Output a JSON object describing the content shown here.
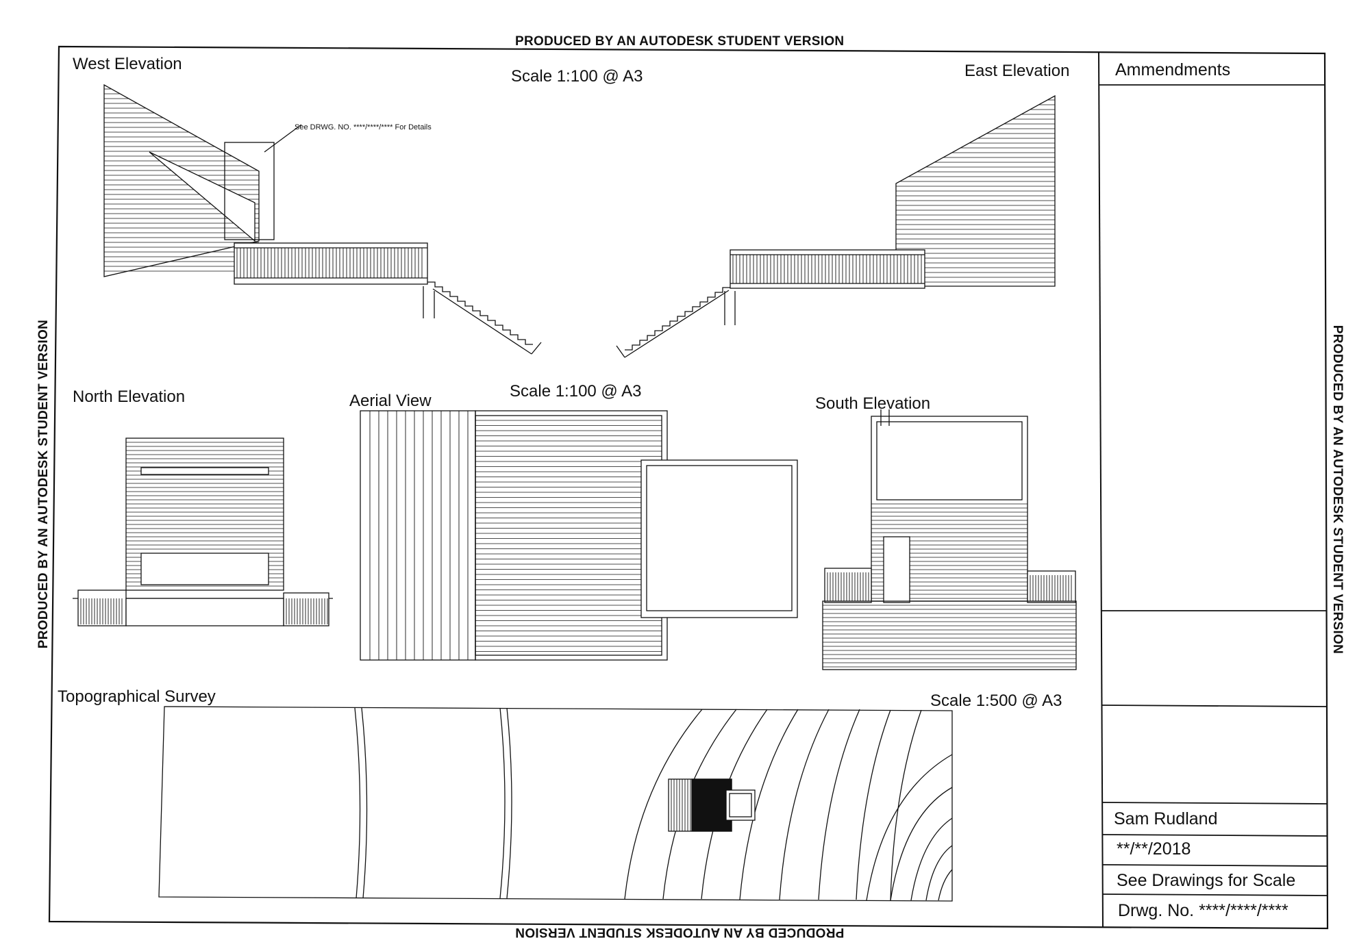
{
  "watermark": "PRODUCED BY AN AUTODESK STUDENT VERSION",
  "views": {
    "west": {
      "title": "West Elevation",
      "note": "See DRWG. NO. ****/****/**** For Details"
    },
    "east": {
      "title": "East Elevation"
    },
    "north": {
      "title": "North Elevation"
    },
    "aerial": {
      "title": "Aerial View"
    },
    "south": {
      "title": "South Elevation"
    },
    "topo": {
      "title": "Topographical Survey"
    }
  },
  "scales": {
    "upper": "Scale 1:100 @ A3",
    "middle": "Scale 1:100 @ A3",
    "topo": "Scale 1:500 @ A3"
  },
  "title_block": {
    "amendments_label": "Ammendments",
    "author": "Sam Rudland",
    "date": "**/**/2018",
    "scale_note": "See Drawings for Scale",
    "drawing_no": "Drwg. No. ****/****/****"
  },
  "colors": {
    "ink": "#111111",
    "paper": "#ffffff"
  }
}
